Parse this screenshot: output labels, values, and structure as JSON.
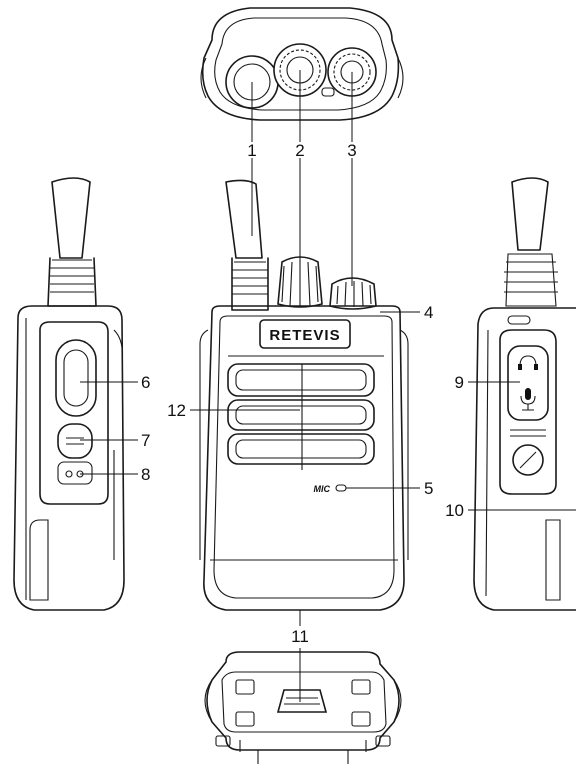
{
  "brand": "RETEVIS",
  "mic_label": "MIC",
  "callouts": [
    "1",
    "2",
    "3",
    "4",
    "5",
    "6",
    "7",
    "8",
    "9",
    "10",
    "11",
    "12"
  ]
}
